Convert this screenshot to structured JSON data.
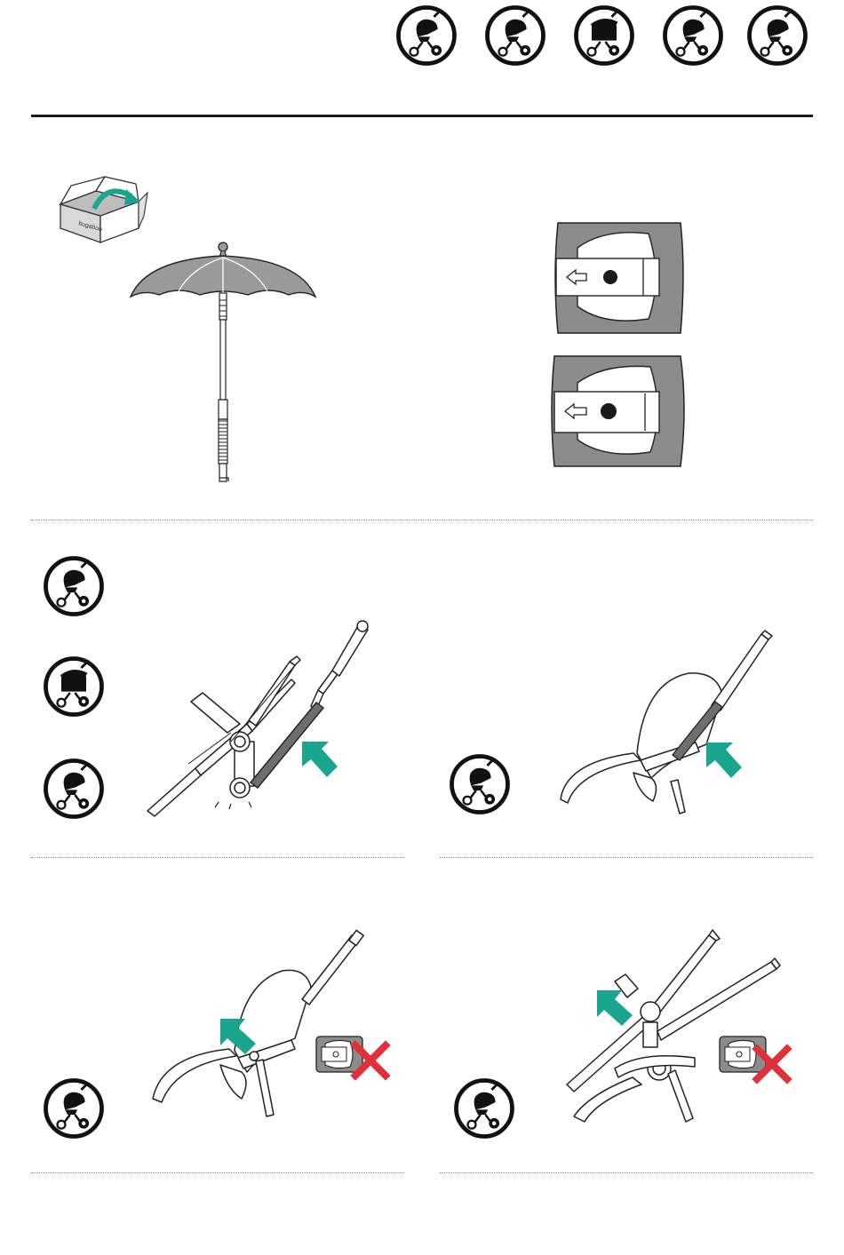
{
  "colors": {
    "accent_teal": "#1aa58f",
    "reject_red": "#e0303a",
    "canopy_gray": "#9a9a9a",
    "plate_gray": "#8c8c8c",
    "ink": "#1a1a1a"
  },
  "header_icons": [
    {
      "name": "stroller-seat-icon"
    },
    {
      "name": "stroller-seat-icon"
    },
    {
      "name": "stroller-carrycot-icon"
    },
    {
      "name": "stroller-seat-icon"
    },
    {
      "name": "stroller-seat-icon"
    }
  ],
  "box_text": "bugaboo",
  "sections": {
    "contents": {
      "items": [
        "parasol",
        "mounting-clip"
      ]
    },
    "step_frame": {
      "icons": [
        "stroller-seat-icon",
        "stroller-carrycot-icon",
        "stroller-seat-icon"
      ],
      "arrow": "up-right"
    },
    "step_seat": {
      "icons": [
        "stroller-seat-icon"
      ],
      "arrow": "up-right"
    },
    "step_wrong_1": {
      "icons": [
        "stroller-seat-icon"
      ],
      "arrow": "down-right",
      "mark": "x-mark"
    },
    "step_wrong_2": {
      "icons": [
        "stroller-seat-icon"
      ],
      "arrow": "down-right",
      "mark": "x-mark"
    }
  }
}
